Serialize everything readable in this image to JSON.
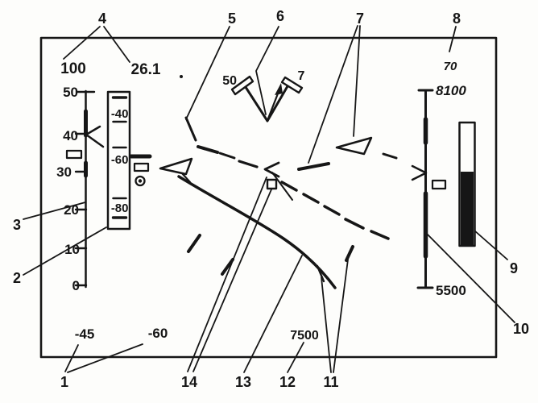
{
  "colors": {
    "ink": "#161616",
    "paper": "#fdfdfb"
  },
  "refs": {
    "n1": "1",
    "n2": "2",
    "n3": "3",
    "n4": "4",
    "n5": "5",
    "n6": "6",
    "n7": "7",
    "n8": "8",
    "n9": "9",
    "n10": "10",
    "n11": "11",
    "n12": "12",
    "n13": "13",
    "n14": "14"
  },
  "readouts": {
    "top_left": "100",
    "top_right": "26.1",
    "wing_left": "50",
    "wing_right": "7",
    "upper_right": "70",
    "alt_top": "8100",
    "alt_bottom": "5500",
    "bottom_left": "-45",
    "bottom_mid": "-60",
    "bottom_center": "7500"
  },
  "left_scale": {
    "ticks": [
      "50",
      "40",
      "30",
      "20",
      "10",
      "0"
    ]
  },
  "tape": {
    "labels": [
      "-40",
      "-60",
      "-80"
    ]
  }
}
